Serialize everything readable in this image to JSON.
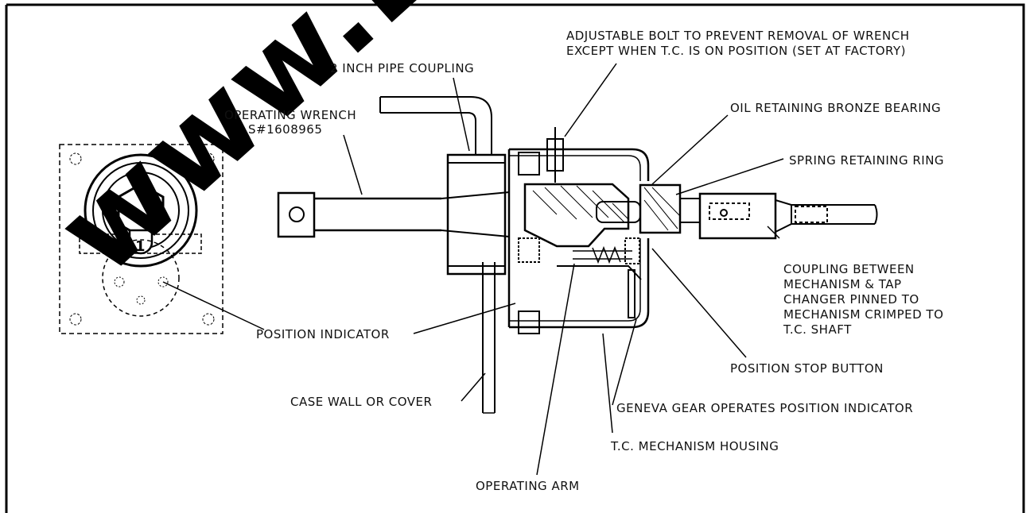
{
  "watermark": "www.Electr",
  "labels": {
    "adjustable_bolt_1": "ADJUSTABLE BOLT TO PREVENT REMOVAL OF WRENCH",
    "adjustable_bolt_2": "EXCEPT WHEN  T.C. IS ON POSITION (SET AT FACTORY)",
    "pipe_coupling": "2 INCH PIPE COUPLING",
    "oil_bearing": "OIL RETAINING BRONZE BEARING",
    "operating_wrench": "OPERATING WRENCH",
    "wrench_part_no": "S#1608965",
    "spring_ring": "SPRING RETAINING RING",
    "coupling_1": "COUPLING BETWEEN",
    "coupling_2": "MECHANISM & TAP",
    "coupling_3": "CHANGER PINNED TO",
    "coupling_4": "MECHANISM  CRIMPED TO",
    "coupling_5": "T.C. SHAFT",
    "position_indicator": "POSITION INDICATOR",
    "position_stop": "POSITION STOP BUTTON",
    "case_wall": "CASE WALL OR COVER",
    "geneva_gear": "GENEVA GEAR OPERATES POSITION INDICATOR",
    "mechanism_housing": "T.C. MECHANISM HOUSING",
    "operating_arm": "OPERATING ARM",
    "indicator_number": "1"
  }
}
